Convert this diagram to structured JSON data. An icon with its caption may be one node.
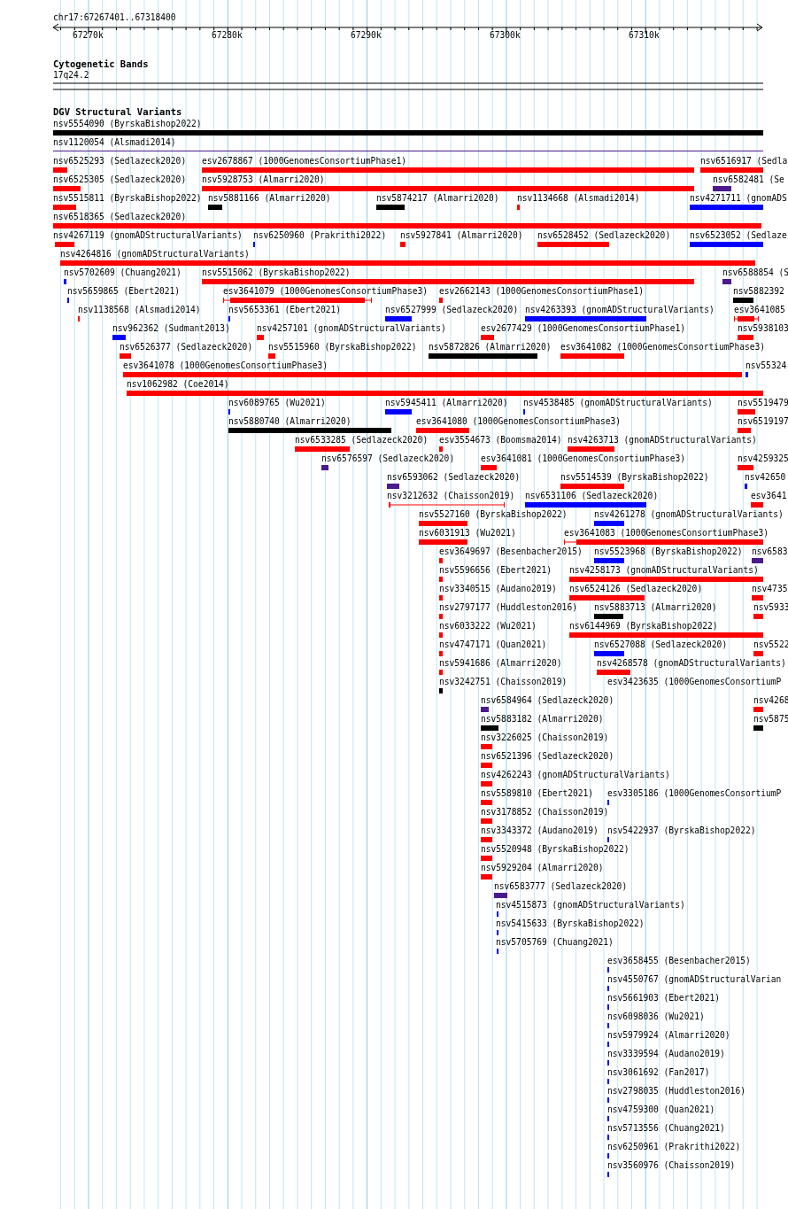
{
  "diagram": {
    "labels": [
      "chr17:67267401..67318400",
      "67270k",
      "67280k",
      "67290k",
      "67300k",
      "67310k",
      "Cytogenetic Bands",
      "17q24.2",
      "DGV Structural Variants",
      "nsv5554090 (ByrskaBishop2022)",
      "nsv1120054 (Alsmadi2014)",
      "nsv6525293 (Sedlazeck2020)",
      "esv2678867 (1000GenomesConsortiumPhase1)",
      "nsv6516917 (Sedla",
      "nsv6525305 (Sedlazeck2020)",
      "nsv5928753 (Almarri2020)",
      "nsv6582481 (Se",
      "nsv5515811 (ByrskaBishop2022)",
      "nsv5881166 (Almarri2020)",
      "nsv5874217 (Almarri2020)",
      "nsv1134668 (Alsmadi2014)",
      "nsv4271711 (gnomADS",
      "nsv6518365 (Sedlazeck2020)",
      "nsv4267119 (gnomADStructuralVariants)",
      "nsv6250960 (Prakrithi2022)",
      "nsv5927841 (Almarri2020)",
      "nsv6528452 (Sedlazeck2020)",
      "nsv6523052 (Sedlaze",
      "nsv4264816 (gnomADStructuralVariants)",
      "nsv5702609 (Chuang2021)",
      "nsv5515062 (ByrskaBishop2022)",
      "nsv6588854 (S",
      "nsv5659865 (Ebert2021)",
      "esv3641079 (1000GenomesConsortiumPhase3)",
      "esv2662143 (1000GenomesConsortiumPhase1)",
      "nsv5882392",
      "nsv1138568 (Alsmadi2014)",
      "nsv5653361 (Ebert2021)",
      "nsv6527999 (Sedlazeck2020)",
      "nsv4263393 (gnomADStructuralVariants)",
      "esv3641085",
      "nsv962362 (Sudmant2013)",
      "nsv4257101 (gnomADStructuralVariants)",
      "esv2677429 (1000GenomesConsortiumPhase1)",
      "nsv5938103",
      "nsv6526377 (Sedlazeck2020)",
      "nsv5515960 (ByrskaBishop2022)",
      "nsv5872826 (Almarri2020)",
      "esv3641082 (1000GenomesConsortiumPhase3)",
      "esv3641078 (1000GenomesConsortiumPhase3)",
      "nsv55324",
      "nsv1062982 (Coe2014)",
      "nsv6089765 (Wu2021)",
      "nsv5945411 (Almarri2020)",
      "nsv4538485 (gnomADStructuralVariants)",
      "nsv5519479",
      "nsv5880740 (Almarri2020)",
      "esv3641080 (1000GenomesConsortiumPhase3)",
      "nsv6519197",
      "nsv6533285 (Sedlazeck2020)",
      "esv3554673 (Boomsma2014)",
      "nsv4263713 (gnomADStructuralVariants)",
      "nsv6576597 (Sedlazeck2020)",
      "esv3641081 (1000GenomesConsortiumPhase3)",
      "nsv4259325",
      "nsv6593062 (Sedlazeck2020)",
      "nsv5514539 (ByrskaBishop2022)",
      "nsv42650",
      "nsv3212632 (Chaisson2019)",
      "nsv6531106 (Sedlazeck2020)",
      "esv3641",
      "nsv5527160 (ByrskaBishop2022)",
      "nsv4261278 (gnomADStructuralVariants)",
      "nsv6031913 (Wu2021)",
      "esv3641083 (1000GenomesConsortiumPhase3)",
      "esv3649697 (Besenbacher2015)",
      "nsv5523968 (ByrskaBishop2022)",
      "nsv6583",
      "nsv5596656 (Ebert2021)",
      "nsv4258173 (gnomADStructuralVariants)",
      "nsv3340515 (Audano2019)",
      "nsv6524126 (Sedlazeck2020)",
      "nsv4735",
      "nsv2797177 (Huddleston2016)",
      "nsv5883713 (Almarri2020)",
      "nsv5933",
      "nsv6033222 (Wu2021)",
      "nsv6144969 (ByrskaBishop2022)",
      "nsv4747171 (Quan2021)",
      "nsv6527088 (Sedlazeck2020)",
      "nsv5522",
      "nsv5941686 (Almarri2020)",
      "nsv4268578 (gnomADStructuralVariants)",
      "nsv3242751 (Chaisson2019)",
      "esv3423635 (1000GenomesConsortiumP",
      "nsv6584964 (Sedlazeck2020)",
      "nsv4268",
      "nsv5883182 (Almarri2020)",
      "nsv5875",
      "nsv3226025 (Chaisson2019)",
      "nsv6521396 (Sedlazeck2020)",
      "nsv4262243 (gnomADStructuralVariants)",
      "nsv5589810 (Ebert2021)",
      "esv3305186 (1000GenomesConsortiumP",
      "nsv3178852 (Chaisson2019)",
      "nsv3343372 (Audano2019)",
      "nsv5422937 (ByrskaBishop2022)",
      "nsv5520948 (ByrskaBishop2022)",
      "nsv5929204 (Almarri2020)",
      "nsv6583777 (Sedlazeck2020)",
      "nsv4515873 (gnomADStructuralVariants)",
      "nsv5415633 (ByrskaBishop2022)",
      "nsv5705769 (Chuang2021)",
      "esv3658455 (Besenbacher2015)",
      "nsv4550767 (gnomADStructuralVarian",
      "nsv5661903 (Ebert2021)",
      "nsv6098036 (Wu2021)",
      "nsv5979924 (Almarri2020)",
      "nsv3339594 (Audano2019)",
      "nsv3061692 (Fan2017)",
      "nsv2798035 (Huddleston2016)",
      "nsv4759300 (Quan2021)",
      "nsv5713556 (Chuang2021)",
      "nsv6250961 (Prakrithi2022)",
      "nsv3560976 (Chaisson2019)"
    ]
  }
}
